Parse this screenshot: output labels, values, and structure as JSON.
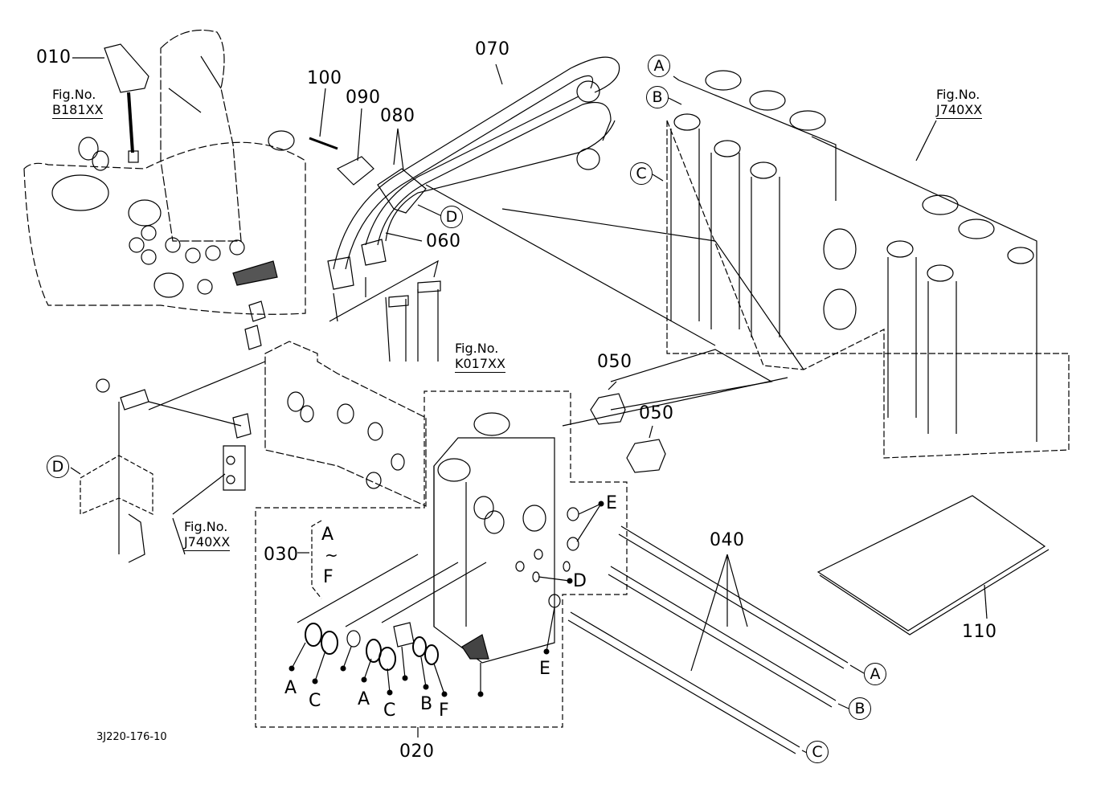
{
  "diagram": {
    "title_code": "3J220-176-10",
    "parts": {
      "p010": "010",
      "p020": "020",
      "p030": "030",
      "p040": "040",
      "p050a": "050",
      "p050b": "050",
      "p060": "060",
      "p070": "070",
      "p080": "080",
      "p090": "090",
      "p100": "100",
      "p110": "110"
    },
    "figure_refs": {
      "b181": {
        "label": "Fig.No.",
        "code": "B181XX"
      },
      "k017": {
        "label": "Fig.No.",
        "code": "K017XX"
      },
      "j740_top": {
        "label": "Fig.No.",
        "code": "J740XX"
      },
      "j740_left": {
        "label": "Fig.No.",
        "code": "J740XX"
      }
    },
    "circle_refs": {
      "top_a": "A",
      "top_b": "B",
      "top_c": "C",
      "pipe_d": "D",
      "bracket_d": "D",
      "rod_a": "A",
      "rod_b": "B",
      "rod_c": "C"
    },
    "kit_030": {
      "from": "A",
      "sep": "~",
      "to": "F"
    },
    "seal_letters": {
      "s1": "A",
      "s2": "C",
      "s3": "A",
      "s4": "C",
      "s5": "B",
      "s6": "F",
      "e_top": "E",
      "d_side": "D",
      "e_bottom": "E"
    }
  }
}
